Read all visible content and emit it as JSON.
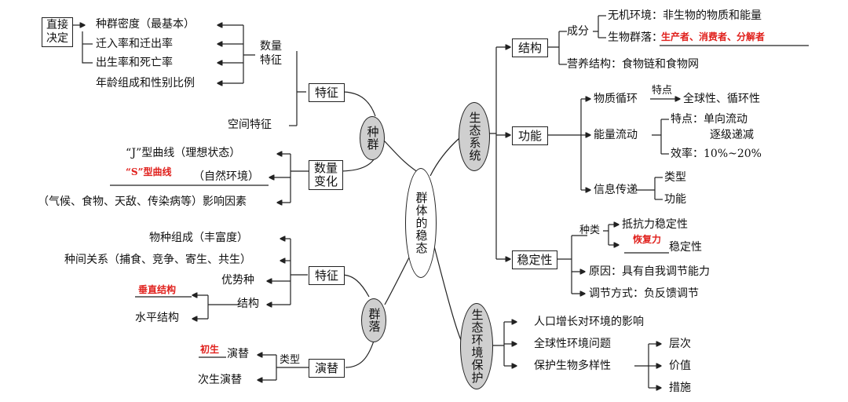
{
  "center": "群体的稳态",
  "population": {
    "title": "种群",
    "feature": "特征",
    "change": "数量\n变化",
    "direct": "直接\n决定",
    "density": "种群密度（最基本）",
    "migration": "迁入率和迁出率",
    "birth": "出生率和死亡率",
    "age": "年龄组成和性别比例",
    "quantity": "数量\n特征",
    "spatial": "空间特征",
    "j_curve": "“J”型曲线（理想状态）",
    "s_curve": "“S”型曲线",
    "natural": "（自然环境）",
    "factors": "（气候、食物、天敌、传染病等）影响因素"
  },
  "community": {
    "title": "群落",
    "feature": "特征",
    "succession": "演替",
    "composition": "物种组成（丰富度）",
    "relations": "种间关系（捕食、竞争、寄生、共生）",
    "dominant": "优势种",
    "vertical": "垂直结构",
    "structure": "结构",
    "horizontal": "水平结构",
    "type": "类型",
    "primary": "初生",
    "succ_word": "演替",
    "secondary": "次生演替"
  },
  "ecosystem": {
    "title": "生态系统",
    "structure": "结构",
    "function": "功能",
    "stability": "稳定性",
    "component": "成分",
    "abiotic": "无机环境：非生物的物质和能量",
    "biotic": "生物群落：",
    "biotic_answer": "生产者、消费者、分解者",
    "trophic": "营养结构：食物链和食物网",
    "material": "物质循环",
    "feature_word": "特点",
    "global": "全球性、循环性",
    "energy": "能量流动",
    "energy_feature": "特点：单向流动",
    "decrease": "逐级递减",
    "efficiency": "效率：10%~20%",
    "info": "信息传递",
    "info_type": "类型",
    "info_function": "功能",
    "kinds": "种类",
    "resistance": "抵抗力稳定性",
    "resilience": "恢复力",
    "stable_word": "稳定性",
    "cause": "原因：具有自我调节能力",
    "regulation": "调节方式：负反馈调节"
  },
  "protection": {
    "title": "生态环境保护",
    "growth": "人口增长对环境的影响",
    "global": "全球性环境问题",
    "biodiversity": "保护生物多样性",
    "levels": "层次",
    "value": "价值",
    "measures": "措施"
  },
  "colors": {
    "answer": "#e0201c",
    "node_fill": "#cfcfcf",
    "line": "#222222"
  }
}
